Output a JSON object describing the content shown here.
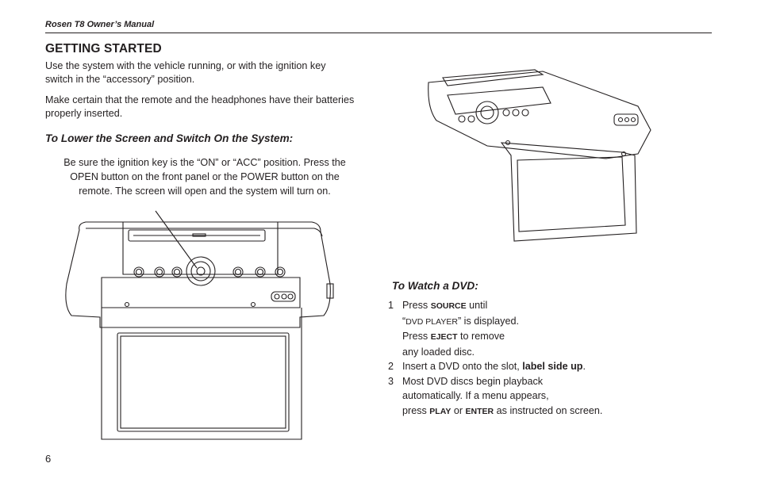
{
  "header": {
    "running_head": "Rosen T8 Owner’s Manual"
  },
  "section": {
    "title": "GETTING STARTED",
    "intro_1": "Use the system with the vehicle running, or with the ignition key switch in the “accessory” position.",
    "intro_2": "Make certain that the remote and the headphones have their batteries properly inserted."
  },
  "lower_screen": {
    "heading": "To Lower the Screen and Switch On the System:",
    "body": "Be sure the ignition key is the “ON” or “ACC” position. Press the OPEN button on the front panel or the POWER button on the remote. The screen will open and the system will turn on."
  },
  "watch_dvd": {
    "heading": "To Watch a DVD:",
    "step1_num": "1",
    "step1_a": "Press",
    "step1_source": "SOURCE",
    "step1_b": "until",
    "step1_c1": "“",
    "step1_dvd_player": "DVD PLAYER",
    "step1_c2": "” is displayed.",
    "step1_d": "Press",
    "step1_eject": "EJECT",
    "step1_e": "to remove",
    "step1_f": "any loaded disc.",
    "step2_num": "2",
    "step2_a": "Insert a DVD onto the slot,",
    "step2_bold": "label side up",
    "step2_end": ".",
    "step3_num": "3",
    "step3_a": "Most DVD discs begin playback",
    "step3_b": "automatically. If a menu appears,",
    "step3_c": "press",
    "step3_play": "PLAY",
    "step3_or": "or",
    "step3_enter": "ENTER",
    "step3_d": "as instructed on screen."
  },
  "footer": {
    "page_number": "6"
  }
}
